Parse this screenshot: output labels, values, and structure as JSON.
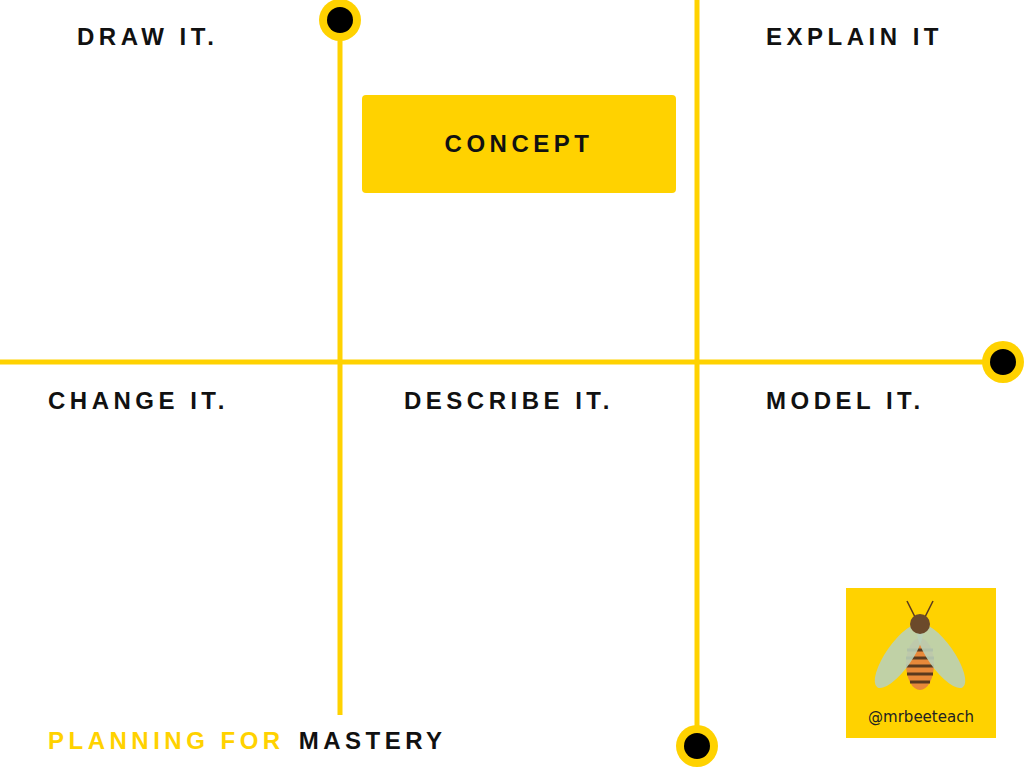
{
  "diagram": {
    "nodes": [
      {
        "text": [
          "CONCEPT"
        ]
      },
      {
        "text": [
          "@mrbeeteach"
        ]
      }
    ],
    "labels": [
      "DRAW IT.",
      "EXPLAIN IT",
      "CHANGE IT.",
      "DESCRIBE IT.",
      "MODEL IT.",
      "PLANNING FOR",
      "MASTERY"
    ]
  }
}
